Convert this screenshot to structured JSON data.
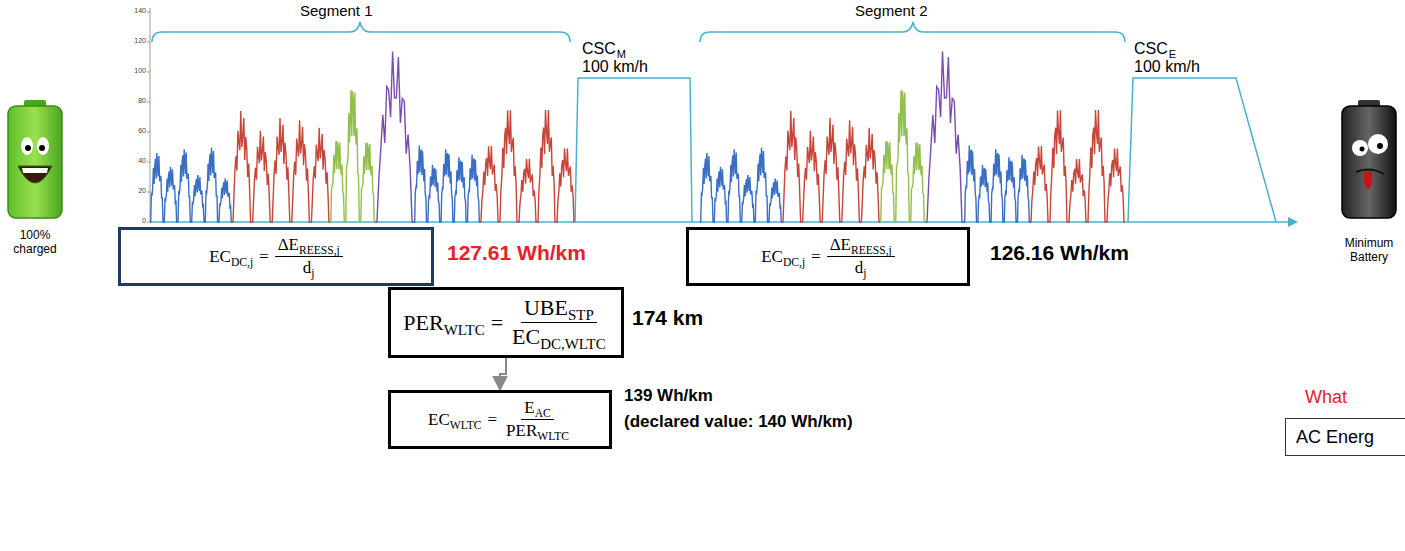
{
  "diagram": {
    "nodes": [
      {
        "text": [
          "EC",
          "DC,j",
          "=",
          "ΔE",
          "REESS,j",
          "d",
          "j"
        ]
      },
      {
        "text": [
          "EC",
          "DC,j",
          "=",
          "ΔE",
          "REESS,j",
          "d",
          "j"
        ]
      },
      {
        "text": [
          "PER",
          "WLTC",
          "=",
          "UBE",
          "STP",
          "EC",
          "DC,WLTC"
        ]
      },
      {
        "text": [
          "EC",
          "WLTC",
          "=",
          "E",
          "AC",
          "PER",
          "WLTC"
        ]
      },
      {
        "text": [
          "AC Energ"
        ]
      }
    ],
    "edges": [
      {
        "from": 2,
        "to": 3,
        "arrow": "to"
      }
    ],
    "labels": [
      "Segment 1",
      "Segment 2",
      "CSC",
      "M",
      "100 km/h",
      "CSC",
      "E",
      "100 km/h",
      "100% charged",
      "127.61 Wh/km",
      "126.16 Wh/km",
      "Minimum Battery",
      "174 km",
      "139 Wh/km",
      "(declared value: 140 Wh/km)",
      "What",
      "140",
      "120",
      "100",
      "80",
      "60",
      "40",
      "20",
      "0"
    ]
  }
}
